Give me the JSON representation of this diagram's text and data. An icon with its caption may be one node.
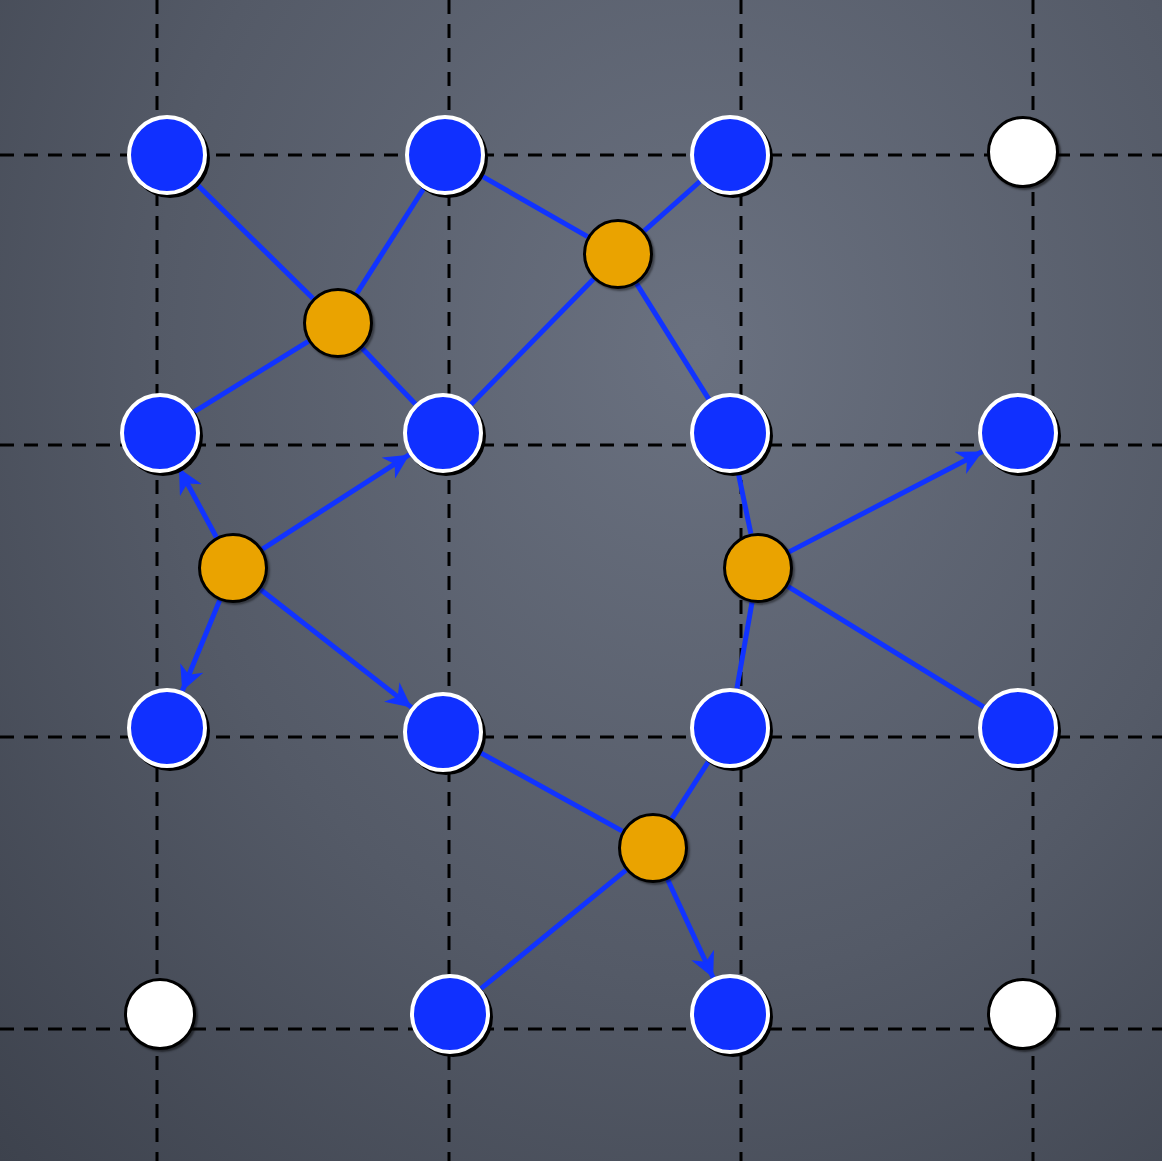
{
  "diagram": {
    "nodes": [
      {
        "text": [],
        "shape": "circle"
      },
      {
        "text": [],
        "shape": "circle"
      },
      {
        "text": [],
        "shape": "circle"
      },
      {
        "text": [],
        "shape": "circle"
      },
      {
        "text": [],
        "shape": "circle"
      },
      {
        "text": [],
        "shape": "circle"
      },
      {
        "text": [],
        "shape": "circle"
      },
      {
        "text": [],
        "shape": "circle"
      },
      {
        "text": [],
        "shape": "circle"
      },
      {
        "text": [],
        "shape": "circle"
      },
      {
        "text": [],
        "shape": "circle"
      },
      {
        "text": [],
        "shape": "circle"
      },
      {
        "text": [],
        "shape": "circle"
      },
      {
        "text": [],
        "shape": "circle"
      },
      {
        "text": [],
        "shape": "circle"
      },
      {
        "text": [],
        "shape": "circle"
      },
      {
        "text": [],
        "shape": "circle"
      },
      {
        "text": [],
        "shape": "circle"
      },
      {
        "text": [],
        "shape": "circle"
      },
      {
        "text": [],
        "shape": "circle"
      },
      {
        "text": [],
        "shape": "circle"
      }
    ],
    "edges": [
      {
        "from": 5,
        "to": 0,
        "arrow": "none"
      },
      {
        "from": 5,
        "to": 1,
        "arrow": "none"
      },
      {
        "from": 5,
        "to": 6,
        "arrow": "none"
      },
      {
        "from": 5,
        "to": 7,
        "arrow": "none"
      },
      {
        "from": 4,
        "to": 1,
        "arrow": "none"
      },
      {
        "from": 4,
        "to": 2,
        "arrow": "none"
      },
      {
        "from": 4,
        "to": 7,
        "arrow": "none"
      },
      {
        "from": 4,
        "to": 8,
        "arrow": "none"
      },
      {
        "from": 10,
        "to": 6,
        "arrow": "to"
      },
      {
        "from": 10,
        "to": 7,
        "arrow": "to"
      },
      {
        "from": 10,
        "to": 12,
        "arrow": "to"
      },
      {
        "from": 10,
        "to": 13,
        "arrow": "to"
      },
      {
        "from": 11,
        "to": 8,
        "arrow": "none"
      },
      {
        "from": 11,
        "to": 9,
        "arrow": "to"
      },
      {
        "from": 11,
        "to": 14,
        "arrow": "none"
      },
      {
        "from": 11,
        "to": 15,
        "arrow": "none"
      },
      {
        "from": 16,
        "to": 13,
        "arrow": "none"
      },
      {
        "from": 16,
        "to": 14,
        "arrow": "none"
      },
      {
        "from": 16,
        "to": 18,
        "arrow": "none"
      },
      {
        "from": 16,
        "to": 19,
        "arrow": "to"
      }
    ]
  }
}
